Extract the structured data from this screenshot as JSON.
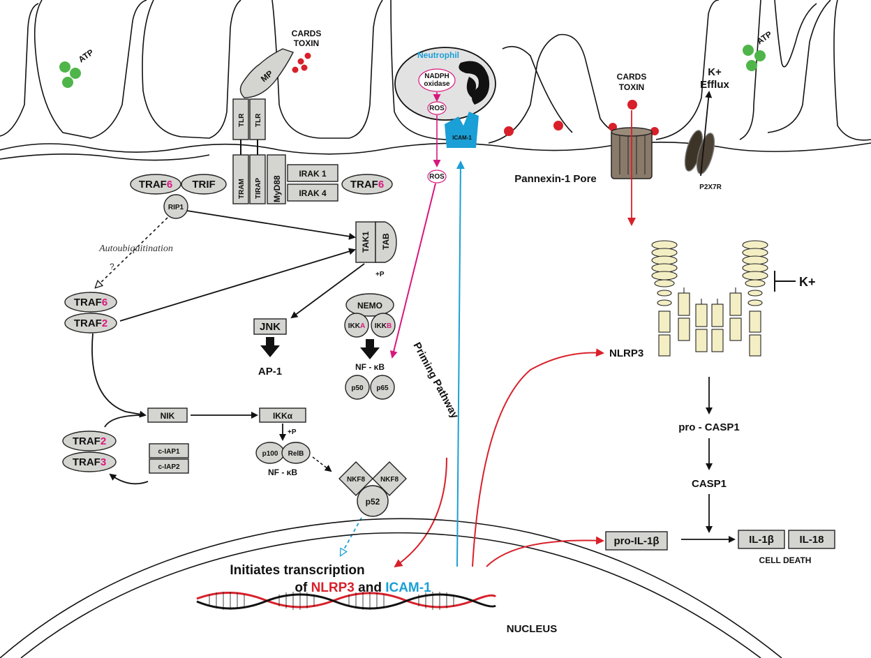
{
  "extracellular": {
    "atp_left": "ATP",
    "atp_right": "ATP",
    "cards_toxin_left_line1": "CARDS",
    "cards_toxin_left_line2": "TOXIN",
    "cards_toxin_right_line1": "CARDS",
    "cards_toxin_right_line2": "TOXIN",
    "mp": "MP",
    "neutrophil": "Neutrophil",
    "nadph_line1": "NADPH",
    "nadph_line2": "oxidase",
    "ros_top": "ROS",
    "ros_lower": "ROS",
    "icam1_receptor": "ICAM-1",
    "k_efflux_line1": "K+",
    "k_efflux_line2": "Efflux"
  },
  "membrane": {
    "tlr_1": "TLR",
    "tlr_2": "TLR",
    "tram": "TRAM",
    "tirap": "TIRAP",
    "myd88": "MyD88",
    "irak1": "IRAK 1",
    "irak4": "IRAK 4",
    "pannexin": "Pannexin-1 Pore",
    "p2x7r": "P2X7R"
  },
  "nodes": {
    "traf6_left_a": "TRAF",
    "traf6_left_b": "6",
    "trif": "TRIF",
    "traf6_right_a": "TRAF",
    "traf6_right_b": "6",
    "rip1": "RIP1",
    "autoubiquitination": "Autoubiquitination",
    "question": "?",
    "tak1": "TAK1",
    "tab": "TAB",
    "plus_p_1": "+P",
    "traf6_mid_a": "TRAF",
    "traf6_mid_b": "6",
    "traf2_mid_a": "TRAF",
    "traf2_mid_b": "2",
    "jnk": "JNK",
    "ap1": "AP-1",
    "nemo": "NEMO",
    "ikka_a": "IKK",
    "ikka_b": "A",
    "ikkb_a": "IKK",
    "ikkb_b": "B",
    "nfkb_top": "NF - κB",
    "p50": "p50",
    "p65": "p65",
    "nik": "NIK",
    "ikk_alpha": "IKKα",
    "plus_p_2": "+P",
    "p100": "p100",
    "relb": "RelB",
    "nfkb_bottom": "NF - κB",
    "nkf8_left": "NKF8",
    "nkf8_right": "NKF8",
    "p52": "p52",
    "traf2_low_a": "TRAF",
    "traf2_low_b": "2",
    "traf3_low_a": "TRAF",
    "traf3_low_b": "3",
    "ciap1": "c-IAP1",
    "ciap2": "c-IAP2",
    "priming": "Priming Pathway"
  },
  "inflammasome": {
    "k_plus": "K+",
    "nlrp3": "NLRP3",
    "pro_casp1": "pro - CASP1",
    "casp1": "CASP1",
    "pro_il1b": "pro-IL-1β",
    "il1b": "IL-1β",
    "il18": "IL-18",
    "cell_death": "CELL DEATH"
  },
  "nucleus": {
    "line1": "Initiates transcription",
    "of": "of",
    "nlrp3": "NLRP3",
    "and": "and",
    "icam1": "ICAM-1",
    "label": "NUCLEUS"
  },
  "colors": {
    "red": "#d8202a",
    "magenta": "#d8177e",
    "cyan": "#1a9fd6",
    "green": "#4fb54a",
    "grey_fill": "#d4d4d0",
    "cream": "#f4eec4",
    "brown": "#8a7a6a"
  }
}
